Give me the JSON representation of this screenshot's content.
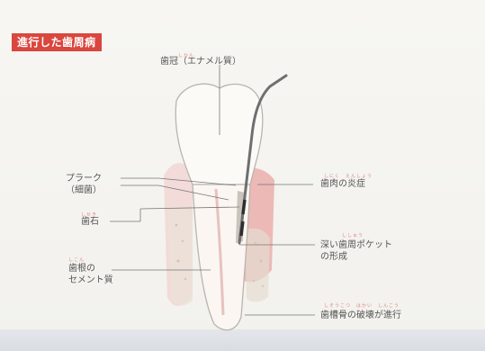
{
  "title": "進行した歯周病",
  "labels": {
    "enamel": "歯冠（エナメル質）",
    "plaque": "プラーク\n（細菌）",
    "tartar": "歯石",
    "root_cementum": "歯根の\nセメント質",
    "gum_inflammation": "歯肉の炎症",
    "deep_pocket": "深い歯周ポケット\nの形成",
    "bone_destruction": "歯槽骨の破壊が進行"
  },
  "colors": {
    "title_bg": "#d9473e",
    "gum": "#e8a8a6",
    "tooth_outline": "#b9b5ae",
    "probe": "#6f6f6f"
  }
}
